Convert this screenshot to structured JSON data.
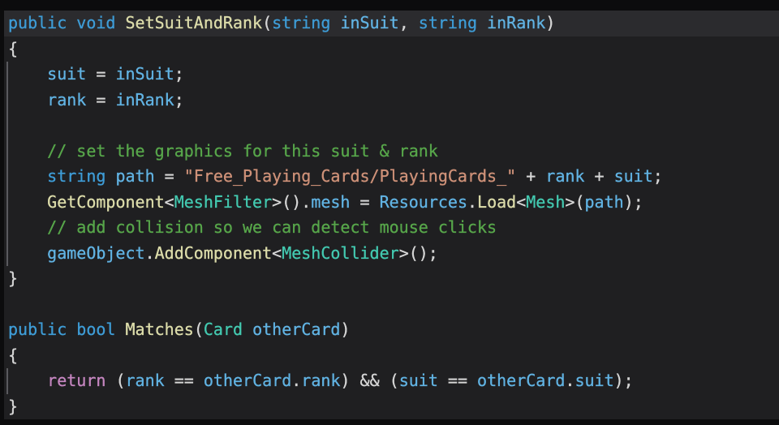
{
  "editor": {
    "colors": {
      "frame": "#0C0C0D",
      "background": "#1F1F21",
      "line_highlight": "#2B2B2E",
      "indent_guide": "#5A5A5E",
      "foreground": "#D4D4D4",
      "keyword": "#3E9CD6",
      "control": "#C586C0",
      "method": "#DCDCAA",
      "type": "#43C9B0",
      "variable": "#61B3E3",
      "string": "#CE9178",
      "comment": "#57A64A",
      "punctuation": "#D6D6D6"
    },
    "lines": [
      {
        "highlight": true,
        "guide": false,
        "tokens": [
          [
            "kw",
            "public "
          ],
          [
            "kw",
            "void "
          ],
          [
            "fn",
            "SetSuitAndRank"
          ],
          [
            "pun",
            "("
          ],
          [
            "kw",
            "string "
          ],
          [
            "var",
            "inSuit"
          ],
          [
            "pun",
            ", "
          ],
          [
            "kw",
            "string "
          ],
          [
            "var",
            "inRank"
          ],
          [
            "pun",
            ")"
          ]
        ]
      },
      {
        "highlight": false,
        "guide": false,
        "tokens": [
          [
            "pun",
            "{"
          ]
        ]
      },
      {
        "highlight": false,
        "guide": true,
        "tokens": [
          [
            "txt",
            "    "
          ],
          [
            "var",
            "suit"
          ],
          [
            "pun",
            " = "
          ],
          [
            "var",
            "inSuit"
          ],
          [
            "pun",
            ";"
          ]
        ]
      },
      {
        "highlight": false,
        "guide": true,
        "tokens": [
          [
            "txt",
            "    "
          ],
          [
            "var",
            "rank"
          ],
          [
            "pun",
            " = "
          ],
          [
            "var",
            "inRank"
          ],
          [
            "pun",
            ";"
          ]
        ]
      },
      {
        "highlight": false,
        "guide": true,
        "tokens": []
      },
      {
        "highlight": false,
        "guide": true,
        "tokens": [
          [
            "txt",
            "    "
          ],
          [
            "com",
            "// set the graphics for this suit & rank"
          ]
        ]
      },
      {
        "highlight": false,
        "guide": true,
        "tokens": [
          [
            "txt",
            "    "
          ],
          [
            "kw",
            "string "
          ],
          [
            "var",
            "path"
          ],
          [
            "pun",
            " = "
          ],
          [
            "str",
            "\"Free_Playing_Cards/PlayingCards_\""
          ],
          [
            "pun",
            " + "
          ],
          [
            "var",
            "rank"
          ],
          [
            "pun",
            " + "
          ],
          [
            "var",
            "suit"
          ],
          [
            "pun",
            ";"
          ]
        ]
      },
      {
        "highlight": false,
        "guide": true,
        "tokens": [
          [
            "txt",
            "    "
          ],
          [
            "fn",
            "GetComponent"
          ],
          [
            "pun",
            "<"
          ],
          [
            "type",
            "MeshFilter"
          ],
          [
            "pun",
            ">()."
          ],
          [
            "var",
            "mesh"
          ],
          [
            "pun",
            " = "
          ],
          [
            "var",
            "Resources"
          ],
          [
            "pun",
            "."
          ],
          [
            "fn",
            "Load"
          ],
          [
            "pun",
            "<"
          ],
          [
            "type",
            "Mesh"
          ],
          [
            "pun",
            ">("
          ],
          [
            "var",
            "path"
          ],
          [
            "pun",
            ");"
          ]
        ]
      },
      {
        "highlight": false,
        "guide": true,
        "tokens": [
          [
            "txt",
            "    "
          ],
          [
            "com",
            "// add collision so we can detect mouse clicks"
          ]
        ]
      },
      {
        "highlight": false,
        "guide": true,
        "tokens": [
          [
            "txt",
            "    "
          ],
          [
            "var",
            "gameObject"
          ],
          [
            "pun",
            "."
          ],
          [
            "fn",
            "AddComponent"
          ],
          [
            "pun",
            "<"
          ],
          [
            "type",
            "MeshCollider"
          ],
          [
            "pun",
            ">();"
          ]
        ]
      },
      {
        "highlight": false,
        "guide": false,
        "tokens": [
          [
            "pun",
            "}"
          ]
        ]
      },
      {
        "highlight": false,
        "guide": false,
        "tokens": []
      },
      {
        "highlight": false,
        "guide": false,
        "tokens": [
          [
            "kw",
            "public "
          ],
          [
            "kw",
            "bool "
          ],
          [
            "fn",
            "Matches"
          ],
          [
            "pun",
            "("
          ],
          [
            "type",
            "Card"
          ],
          [
            "txt",
            " "
          ],
          [
            "var",
            "otherCard"
          ],
          [
            "pun",
            ")"
          ]
        ]
      },
      {
        "highlight": false,
        "guide": false,
        "tokens": [
          [
            "pun",
            "{"
          ]
        ]
      },
      {
        "highlight": false,
        "guide": true,
        "tokens": [
          [
            "txt",
            "    "
          ],
          [
            "ctrl",
            "return"
          ],
          [
            "pun",
            " ("
          ],
          [
            "var",
            "rank"
          ],
          [
            "pun",
            " == "
          ],
          [
            "var",
            "otherCard"
          ],
          [
            "pun",
            "."
          ],
          [
            "var",
            "rank"
          ],
          [
            "pun",
            ") && ("
          ],
          [
            "var",
            "suit"
          ],
          [
            "pun",
            " == "
          ],
          [
            "var",
            "otherCard"
          ],
          [
            "pun",
            "."
          ],
          [
            "var",
            "suit"
          ],
          [
            "pun",
            ");"
          ]
        ]
      },
      {
        "highlight": false,
        "guide": false,
        "tokens": [
          [
            "pun",
            "}"
          ]
        ]
      }
    ]
  }
}
